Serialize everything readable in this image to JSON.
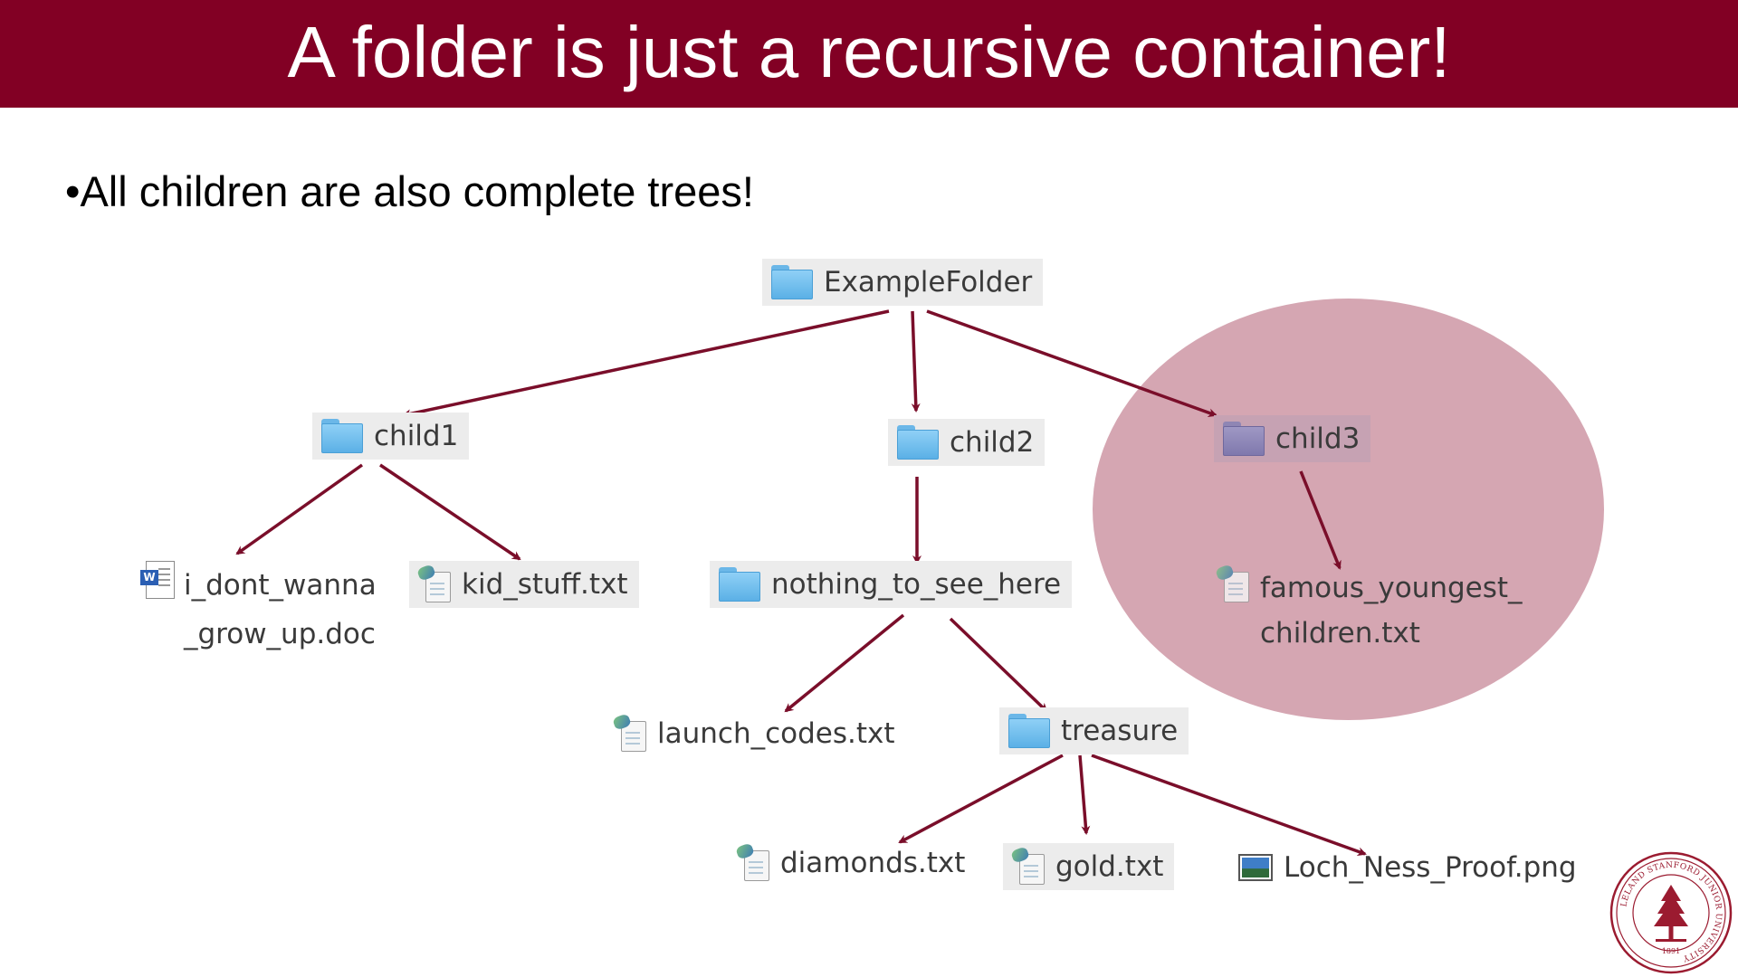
{
  "slide": {
    "title": "A folder is just a recursive container!",
    "bullet": "•All children are also complete trees!"
  },
  "tree": {
    "root": "ExampleFolder",
    "child1": "child1",
    "child2": "child2",
    "child3": "child3",
    "doc_file": "i_dont_wanna\n_grow_up.doc",
    "kid_stuff": "kid_stuff.txt",
    "nothing": "nothing_to_see_here",
    "famous": "famous_youngest_\nchildren.txt",
    "launch": "launch_codes.txt",
    "treasure": "treasure",
    "diamonds": "diamonds.txt",
    "gold": "gold.txt",
    "loch": "Loch_Ness_Proof.png"
  },
  "colors": {
    "title_bar": "#820024",
    "arrow": "#7a0e2a",
    "highlight": "#d5a6b2",
    "folder": "#6bb7e8"
  },
  "seal": {
    "text": "LELAND STANFORD JUNIOR UNIVERSITY",
    "year": "1891"
  }
}
